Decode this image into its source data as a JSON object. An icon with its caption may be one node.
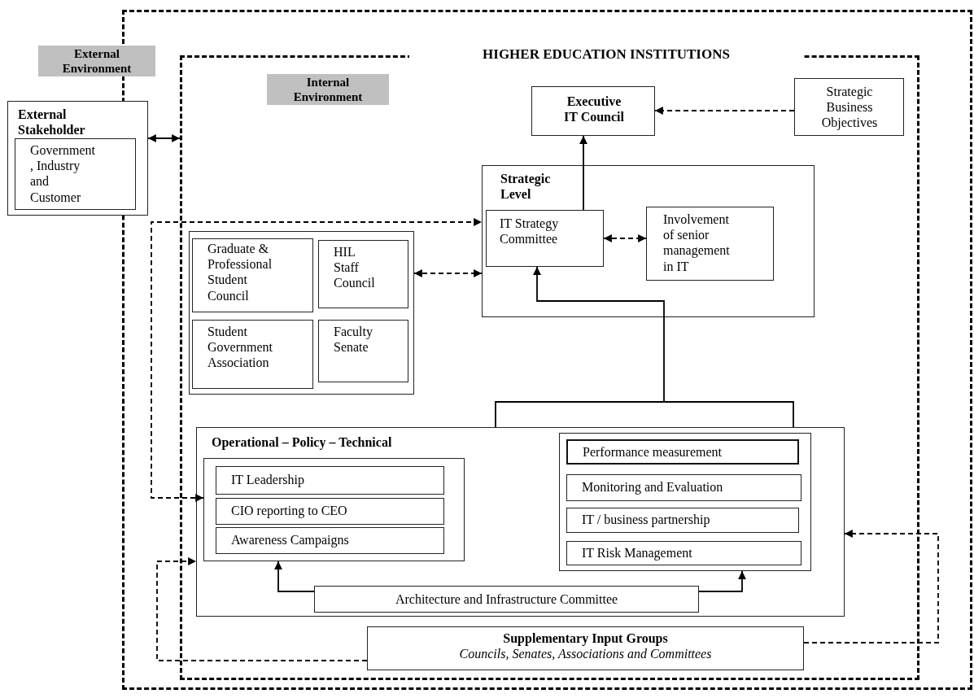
{
  "diagram": {
    "nodes": [
      {
        "text": [],
        "shape": "box"
      },
      {
        "text": [
          "External Stakeholder"
        ]
      },
      {
        "text": [
          "Government , Industry and Customer"
        ],
        "in": 1
      },
      {
        "text": [
          "HIGHER EDUCATION INSTITUTIONS"
        ],
        "in": 0
      },
      {
        "text": [
          "Internal Environment"
        ],
        "in": 3
      },
      {
        "text": [
          "Executive IT Council"
        ],
        "in": 3
      },
      {
        "text": [
          "Strategic Business Objectives"
        ],
        "in": 3
      },
      {
        "text": [
          "Strategic Level"
        ],
        "in": 3
      },
      {
        "text": [
          "IT Strategy Committee"
        ],
        "in": 7
      },
      {
        "text": [
          "Involvement of senior management in IT"
        ],
        "in": 7
      },
      {
        "text": [],
        "shape": "box",
        "in": 3
      },
      {
        "text": [
          "Graduate & Professional Student Council"
        ],
        "in": 10
      },
      {
        "text": [
          "HIL Staff Council"
        ],
        "in": 10
      },
      {
        "text": [
          "Student Government Association"
        ],
        "in": 10
      },
      {
        "text": [
          "Faculty Senate"
        ],
        "in": 10
      },
      {
        "text": [
          "Operational – Policy – Technical"
        ],
        "in": 3
      },
      {
        "text": [],
        "shape": "box",
        "in": 15
      },
      {
        "text": [
          "IT Leadership"
        ],
        "in": 16
      },
      {
        "text": [
          "CIO reporting to CEO"
        ],
        "in": 16
      },
      {
        "text": [
          "Awareness Campaigns"
        ],
        "in": 16
      },
      {
        "text": [],
        "shape": "box",
        "in": 15
      },
      {
        "text": [
          "Performance measurement"
        ],
        "in": 20
      },
      {
        "text": [
          "Monitoring and Evaluation"
        ],
        "in": 20
      },
      {
        "text": [
          "IT / business partnership"
        ],
        "in": 20
      },
      {
        "text": [
          "IT Risk Management"
        ],
        "in": 20
      },
      {
        "text": [
          "Architecture and Infrastructure Committee"
        ],
        "in": 15
      },
      {
        "text": [
          "Supplementary Input Groups",
          "Councils, Senates, Associations and Committees"
        ],
        "in": 3
      },
      {
        "text": [
          "External Environment"
        ]
      }
    ],
    "edges": [
      {
        "from": 1,
        "to": 3,
        "arrow": "both"
      },
      {
        "from": 6,
        "to": 5,
        "arrow": "to",
        "style": "dashed"
      },
      {
        "from": 8,
        "to": 5,
        "arrow": "to"
      },
      {
        "from": 8,
        "to": 9,
        "arrow": "both",
        "style": "dashed"
      },
      {
        "from": 10,
        "to": 7,
        "arrow": "both",
        "style": "dashed"
      },
      {
        "from": 16,
        "to": 7,
        "arrow": "both",
        "style": "dashed"
      },
      {
        "from": 26,
        "to": 15,
        "arrow": "to",
        "style": "dashed"
      },
      {
        "from": 26,
        "to": 15,
        "arrow": "to",
        "style": "dashed"
      },
      {
        "from": 25,
        "to": 16,
        "arrow": "to"
      },
      {
        "from": 25,
        "to": 20,
        "arrow": "to"
      },
      {
        "from": 15,
        "to": 8,
        "arrow": "to"
      }
    ]
  }
}
